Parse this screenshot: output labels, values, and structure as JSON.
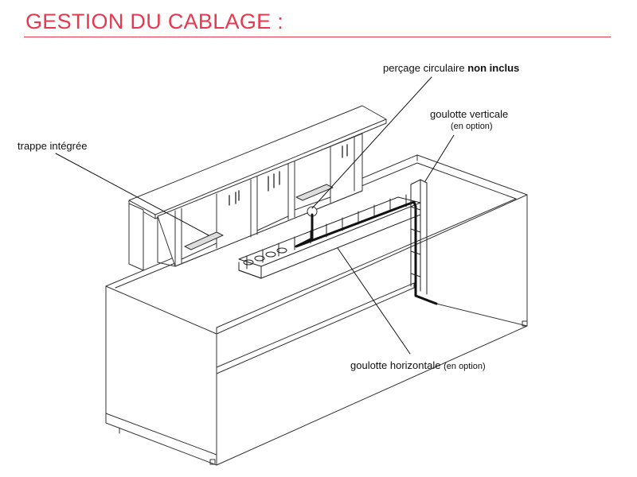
{
  "title": "GESTION DU CABLAGE :",
  "accent_color": "#e8384f",
  "callouts": {
    "percage": {
      "text": "perçage circulaire",
      "bold": "non inclus"
    },
    "goulotte_verticale": {
      "text": "goulotte verticale",
      "note": "(en option)"
    },
    "trappe": {
      "text": "trappe intégrée"
    },
    "goulotte_horizontale": {
      "text": "goulotte horizontale",
      "note": "(en option)"
    }
  }
}
